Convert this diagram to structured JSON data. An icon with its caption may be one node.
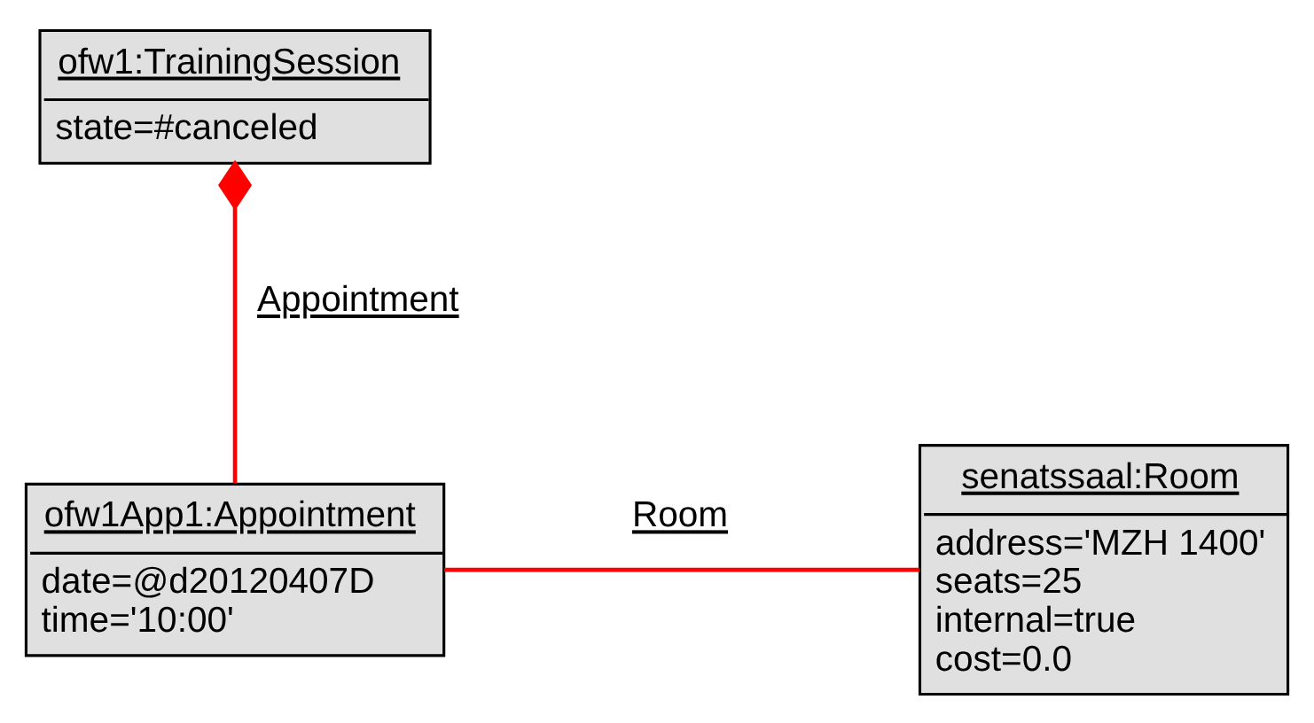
{
  "diagram": {
    "nodes": [
      {
        "text": [
          "ofw1:TrainingSession",
          "state=#canceled"
        ]
      },
      {
        "text": [
          "ofw1App1:Appointment",
          "date=@d20120407D",
          "time='10:00'"
        ]
      },
      {
        "text": [
          "senatssaal:Room",
          "address='MZH 1400'",
          "seats=25",
          "internal=true",
          "cost=0.0"
        ]
      }
    ],
    "edges": [
      {
        "from": 0,
        "to": 1,
        "arrow": "other",
        "label": "Appointment",
        "color": "#ff0000"
      },
      {
        "from": 1,
        "to": 2,
        "arrow": "none",
        "label": "Room",
        "color": "#ff0000"
      }
    ]
  }
}
